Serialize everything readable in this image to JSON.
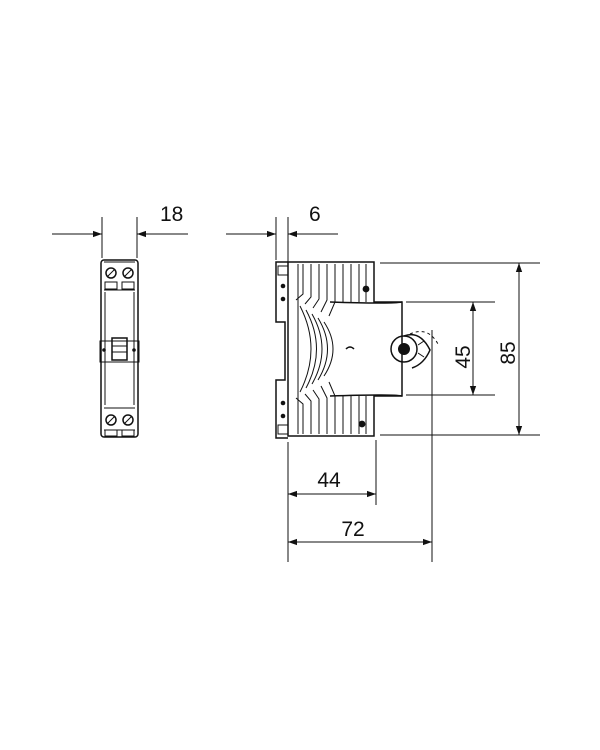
{
  "dimensions": {
    "front_width": "18",
    "rail_offset": "6",
    "front_height": "45",
    "total_height": "85",
    "body_depth": "44",
    "total_depth": "72"
  },
  "colors": {
    "line": "#111111",
    "background": "#ffffff"
  }
}
